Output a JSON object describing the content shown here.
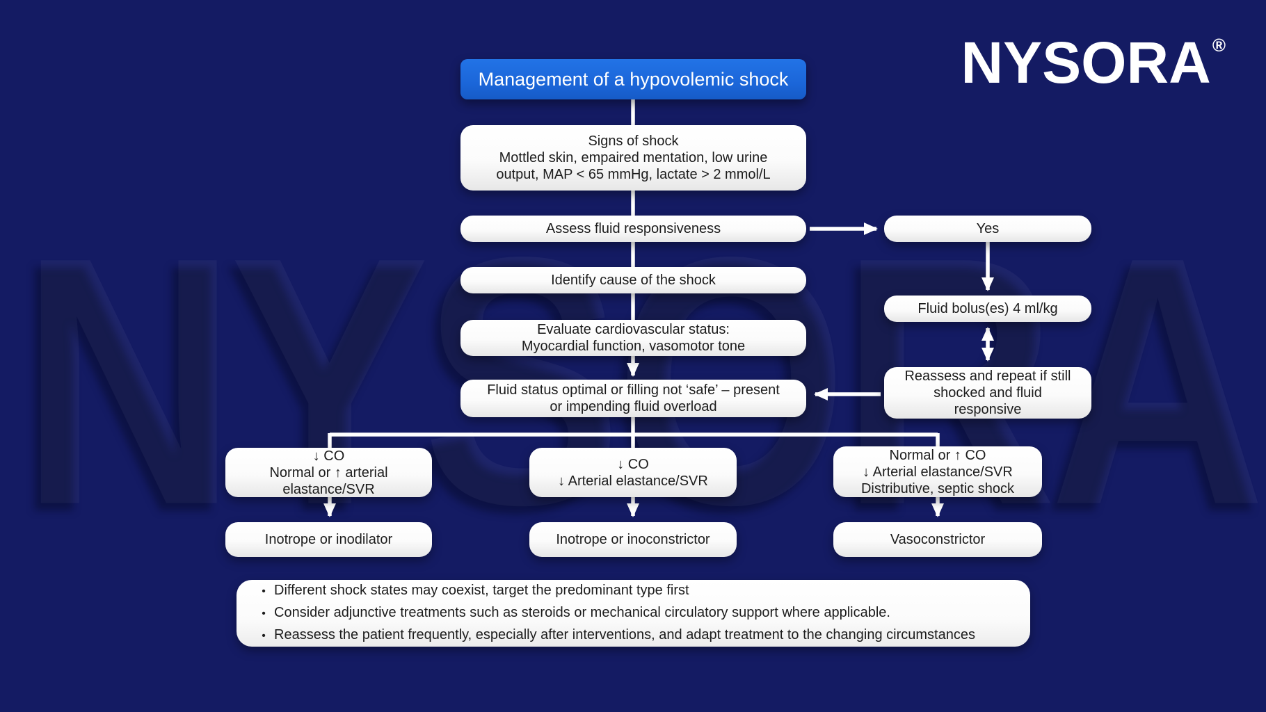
{
  "logo": {
    "text": "NYSORA",
    "registered_mark": "®"
  },
  "watermark_text": "NYSORA",
  "icons": {
    "bullet": "•"
  },
  "colors": {
    "background": "#141b63",
    "accent_blue": "#1b66d9",
    "box_background": "#ffffff",
    "box_text": "#1c1c1c",
    "connector": "#ffffff"
  },
  "flowchart": {
    "title": "Management of a hypovolemic shock",
    "nodes": {
      "signs": [
        "Signs of shock",
        "Mottled skin, empaired mentation, low urine",
        "output, MAP < 65 mmHg, lactate > 2 mmol/L"
      ],
      "assess": [
        "Assess fluid responsiveness"
      ],
      "yes": [
        "Yes"
      ],
      "identify": [
        "Identify cause of the shock"
      ],
      "evaluate": [
        "Evaluate cardiovascular status:",
        "Myocardial function, vasomotor tone"
      ],
      "fluid_bolus": [
        "Fluid bolus(es) 4 ml/kg"
      ],
      "fluid_status": [
        "Fluid status optimal or filling not ‘safe’ – present",
        "or impending fluid overload"
      ],
      "reassess": [
        "Reassess and repeat if still",
        "shocked and fluid",
        "responsive"
      ],
      "branch_left": [
        "↓ CO",
        "Normal or ↑ arterial",
        "elastance/SVR"
      ],
      "branch_center": [
        "↓ CO",
        "↓ Arterial elastance/SVR"
      ],
      "branch_right": [
        "Normal or ↑ CO",
        "↓ Arterial elastance/SVR",
        "Distributive, septic shock"
      ],
      "leaf_left": [
        "Inotrope or inodilator"
      ],
      "leaf_center": [
        "Inotrope or inoconstrictor"
      ],
      "leaf_right": [
        "Vasoconstrictor"
      ]
    },
    "notes": [
      "Different shock states may coexist, target the predominant type first",
      "Consider adjunctive treatments such as steroids or mechanical circulatory support where applicable.",
      "Reassess the patient frequently, especially after interventions, and adapt treatment to the changing circumstances"
    ]
  }
}
